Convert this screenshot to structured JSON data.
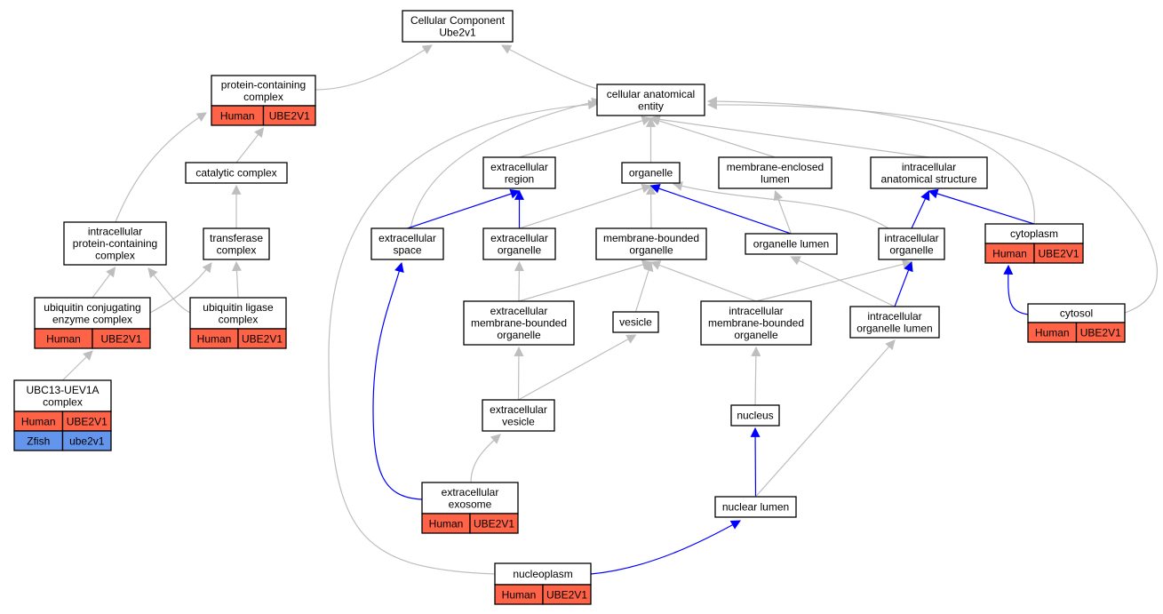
{
  "colors": {
    "human": "#FF6347",
    "zfish": "#6495ED",
    "edge_grey": "#BEBEBE",
    "edge_blue": "#0000FF"
  },
  "nodes": {
    "root": {
      "lines": [
        "Cellular Component",
        "Ube2v1"
      ]
    },
    "pcc": {
      "lines": [
        "protein-containing",
        "complex"
      ],
      "annotations": [
        [
          "Human",
          "UBE2V1"
        ]
      ]
    },
    "cae": {
      "lines": [
        "cellular anatomical",
        "entity"
      ]
    },
    "catcomp": {
      "lines": [
        "catalytic complex"
      ]
    },
    "extreg": {
      "lines": [
        "extracellular",
        "region"
      ]
    },
    "organelle": {
      "lines": [
        "organelle"
      ]
    },
    "mel": {
      "lines": [
        "membrane-enclosed",
        "lumen"
      ]
    },
    "ias": {
      "lines": [
        "intracellular",
        "anatomical structure"
      ]
    },
    "ipcc": {
      "lines": [
        "intracellular",
        "protein-containing",
        "complex"
      ]
    },
    "transf": {
      "lines": [
        "transferase",
        "complex"
      ]
    },
    "extspace": {
      "lines": [
        "extracellular",
        "space"
      ]
    },
    "extorg": {
      "lines": [
        "extracellular",
        "organelle"
      ]
    },
    "mbo": {
      "lines": [
        "membrane-bounded",
        "organelle"
      ]
    },
    "orglumen": {
      "lines": [
        "organelle lumen"
      ]
    },
    "intorg": {
      "lines": [
        "intracellular",
        "organelle"
      ]
    },
    "cytoplasm": {
      "lines": [
        "cytoplasm"
      ],
      "annotations": [
        [
          "Human",
          "UBE2V1"
        ]
      ]
    },
    "ucec": {
      "lines": [
        "ubiquitin conjugating",
        "enzyme complex"
      ],
      "annotations": [
        [
          "Human",
          "UBE2V1"
        ]
      ]
    },
    "ulc": {
      "lines": [
        "ubiquitin ligase",
        "complex"
      ],
      "annotations": [
        [
          "Human",
          "UBE2V1"
        ]
      ]
    },
    "embo": {
      "lines": [
        "extracellular",
        "membrane-bounded",
        "organelle"
      ]
    },
    "vesicle": {
      "lines": [
        "vesicle"
      ]
    },
    "imbo": {
      "lines": [
        "intracellular",
        "membrane-bounded",
        "organelle"
      ]
    },
    "iol": {
      "lines": [
        "intracellular",
        "organelle lumen"
      ]
    },
    "cytosol": {
      "lines": [
        "cytosol"
      ],
      "annotations": [
        [
          "Human",
          "UBE2V1"
        ]
      ]
    },
    "ubc13": {
      "lines": [
        "UBC13-UEV1A",
        "complex"
      ],
      "annotations": [
        [
          "Human",
          "UBE2V1"
        ],
        [
          "Zfish",
          "ube2v1"
        ]
      ]
    },
    "extves": {
      "lines": [
        "extracellular",
        "vesicle"
      ]
    },
    "nucleus": {
      "lines": [
        "nucleus"
      ]
    },
    "exosome": {
      "lines": [
        "extracellular",
        "exosome"
      ],
      "annotations": [
        [
          "Human",
          "UBE2V1"
        ]
      ]
    },
    "nuclumen": {
      "lines": [
        "nuclear lumen"
      ]
    },
    "nucleoplasm": {
      "lines": [
        "nucleoplasm"
      ],
      "annotations": [
        [
          "Human",
          "UBE2V1"
        ]
      ]
    }
  },
  "edges": [
    {
      "from": "pcc",
      "to": "root",
      "kind": "is_a"
    },
    {
      "from": "cae",
      "to": "root",
      "kind": "is_a"
    },
    {
      "from": "catcomp",
      "to": "pcc",
      "kind": "is_a"
    },
    {
      "from": "ipcc",
      "to": "pcc",
      "kind": "is_a"
    },
    {
      "from": "transf",
      "to": "catcomp",
      "kind": "is_a"
    },
    {
      "from": "ucec",
      "to": "ipcc",
      "kind": "is_a"
    },
    {
      "from": "ucec",
      "to": "transf",
      "kind": "is_a"
    },
    {
      "from": "ulc",
      "to": "ipcc",
      "kind": "is_a"
    },
    {
      "from": "ulc",
      "to": "transf",
      "kind": "is_a"
    },
    {
      "from": "ubc13",
      "to": "ucec",
      "kind": "is_a"
    },
    {
      "from": "extreg",
      "to": "cae",
      "kind": "is_a"
    },
    {
      "from": "organelle",
      "to": "cae",
      "kind": "is_a"
    },
    {
      "from": "mel",
      "to": "cae",
      "kind": "is_a"
    },
    {
      "from": "ias",
      "to": "cae",
      "kind": "is_a"
    },
    {
      "from": "extspace",
      "to": "cae",
      "kind": "is_a"
    },
    {
      "from": "cytoplasm",
      "to": "cae",
      "kind": "is_a"
    },
    {
      "from": "nucleoplasm",
      "to": "cae",
      "kind": "is_a"
    },
    {
      "from": "cytosol",
      "to": "cae",
      "kind": "is_a"
    },
    {
      "from": "extspace",
      "to": "extreg",
      "kind": "part_of"
    },
    {
      "from": "extorg",
      "to": "extreg",
      "kind": "part_of"
    },
    {
      "from": "extorg",
      "to": "organelle",
      "kind": "is_a"
    },
    {
      "from": "mbo",
      "to": "organelle",
      "kind": "is_a"
    },
    {
      "from": "orglumen",
      "to": "organelle",
      "kind": "part_of"
    },
    {
      "from": "orglumen",
      "to": "mel",
      "kind": "is_a"
    },
    {
      "from": "intorg",
      "to": "organelle",
      "kind": "is_a"
    },
    {
      "from": "intorg",
      "to": "ias",
      "kind": "part_of"
    },
    {
      "from": "cytoplasm",
      "to": "ias",
      "kind": "part_of"
    },
    {
      "from": "embo",
      "to": "extorg",
      "kind": "is_a"
    },
    {
      "from": "embo",
      "to": "mbo",
      "kind": "is_a"
    },
    {
      "from": "vesicle",
      "to": "mbo",
      "kind": "is_a"
    },
    {
      "from": "imbo",
      "to": "mbo",
      "kind": "is_a"
    },
    {
      "from": "imbo",
      "to": "intorg",
      "kind": "is_a"
    },
    {
      "from": "iol",
      "to": "orglumen",
      "kind": "is_a"
    },
    {
      "from": "iol",
      "to": "intorg",
      "kind": "part_of"
    },
    {
      "from": "cytosol",
      "to": "cytoplasm",
      "kind": "part_of"
    },
    {
      "from": "extves",
      "to": "embo",
      "kind": "is_a"
    },
    {
      "from": "extves",
      "to": "vesicle",
      "kind": "is_a"
    },
    {
      "from": "nucleus",
      "to": "imbo",
      "kind": "is_a"
    },
    {
      "from": "exosome",
      "to": "extves",
      "kind": "is_a"
    },
    {
      "from": "exosome",
      "to": "extspace",
      "kind": "part_of"
    },
    {
      "from": "nuclumen",
      "to": "nucleus",
      "kind": "part_of"
    },
    {
      "from": "nuclumen",
      "to": "iol",
      "kind": "is_a"
    },
    {
      "from": "nucleoplasm",
      "to": "nuclumen",
      "kind": "part_of"
    }
  ]
}
